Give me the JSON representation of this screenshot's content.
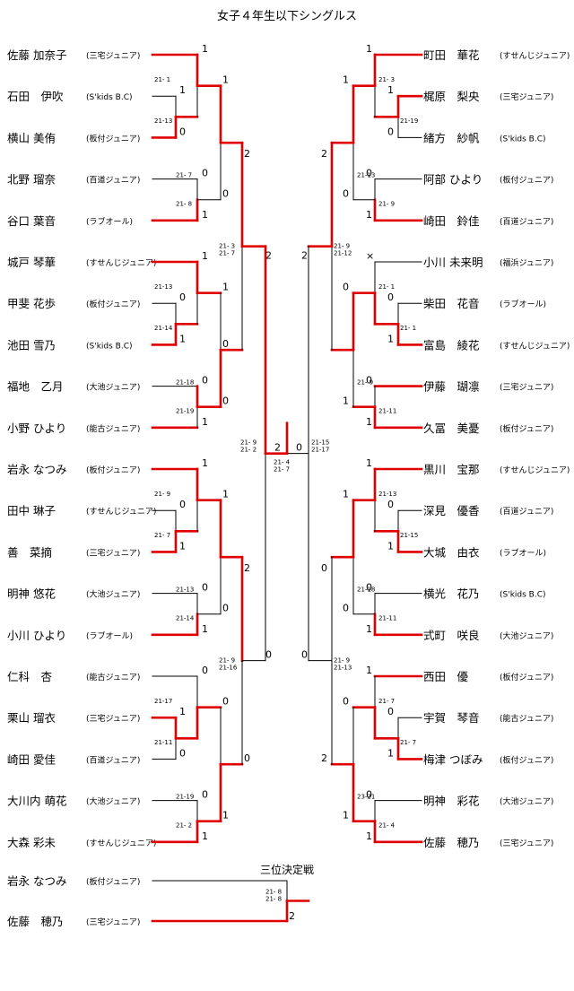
{
  "title": "女子４年生以下シングルス",
  "third_place_label": "三位決定戦",
  "colors": {
    "win": "#e00000",
    "line": "#000000"
  },
  "left_players": [
    {
      "name": "佐藤 加奈子",
      "club": "(三宅ジュニア)"
    },
    {
      "name": "石田　伊吹",
      "club": "(S'kids B.C)"
    },
    {
      "name": "横山 美侑",
      "club": "(板付ジュニア)"
    },
    {
      "name": "北野 瑠奈",
      "club": "(百道ジュニア)"
    },
    {
      "name": "谷口 葉音",
      "club": "(ラブオール)"
    },
    {
      "name": "城戸 琴華",
      "club": "(すせんじジュニア)"
    },
    {
      "name": "甲斐 花歩",
      "club": "(板付ジュニア)"
    },
    {
      "name": "池田 雪乃",
      "club": "(S'kids B.C)"
    },
    {
      "name": "福地　乙月",
      "club": "(大池ジュニア)"
    },
    {
      "name": "小野 ひより",
      "club": "(能古ジュニア)"
    },
    {
      "name": "岩永 なつみ",
      "club": "(板付ジュニア)"
    },
    {
      "name": "田中 琳子",
      "club": "(すせんじジュニア)"
    },
    {
      "name": "善　菜摘",
      "club": "(三宅ジュニア)"
    },
    {
      "name": "明神 悠花",
      "club": "(大池ジュニア)"
    },
    {
      "name": "小川 ひより",
      "club": "(ラブオール)"
    },
    {
      "name": "仁科　杏",
      "club": "(能古ジュニア)"
    },
    {
      "name": "栗山 瑠衣",
      "club": "(三宅ジュニア)"
    },
    {
      "name": "崎田 愛佳",
      "club": "(百道ジュニア)"
    },
    {
      "name": "大川内 萌花",
      "club": "(大池ジュニア)"
    },
    {
      "name": "大森 彩未",
      "club": "(すせんじジュニア)"
    }
  ],
  "right_players": [
    {
      "name": "町田　華花",
      "club": "(すせんじジュニア)"
    },
    {
      "name": "梶原　梨央",
      "club": "(三宅ジュニア)"
    },
    {
      "name": "緒方　紗帆",
      "club": "(S'kids B.C)"
    },
    {
      "name": "阿部 ひより",
      "club": "(板付ジュニア)"
    },
    {
      "name": "崎田　鈴佳",
      "club": "(百道ジュニア)"
    },
    {
      "name": "小川 未来明",
      "club": "(福浜ジュニア)"
    },
    {
      "name": "柴田　花音",
      "club": "(ラブオール)"
    },
    {
      "name": "富島　綾花",
      "club": "(すせんじジュニア)"
    },
    {
      "name": "伊藤　瑚凛",
      "club": "(三宅ジュニア)"
    },
    {
      "name": "久冨　美憂",
      "club": "(板付ジュニア)"
    },
    {
      "name": "黒川　宝那",
      "club": "(すせんじジュニア)"
    },
    {
      "name": "深見　優香",
      "club": "(百道ジュニア)"
    },
    {
      "name": "大城　由衣",
      "club": "(ラブオール)"
    },
    {
      "name": "横光　花乃",
      "club": "(S'kids B.C)"
    },
    {
      "name": "式町　咲良",
      "club": "(大池ジュニア)"
    },
    {
      "name": "西田　優",
      "club": "(板付ジュニア)"
    },
    {
      "name": "宇賀　琴音",
      "club": "(能古ジュニア)"
    },
    {
      "name": "梅津 つぼみ",
      "club": "(板付ジュニア)"
    },
    {
      "name": "明神　彩花",
      "club": "(大池ジュニア)"
    },
    {
      "name": "佐藤　穂乃",
      "club": "(三宅ジュニア)"
    }
  ],
  "third_place_players": [
    {
      "name": "岩永 なつみ",
      "club": "(板付ジュニア)"
    },
    {
      "name": "佐藤　穂乃",
      "club": "(三宅ジュニア)"
    }
  ],
  "match_scores": {
    "L1": "21- 1",
    "L2": "21-13",
    "L3": "21- 7",
    "L4": "21- 8",
    "L5a": "21- 3",
    "L5b": "21- 7",
    "L6": "21-13",
    "L7": "21-14",
    "L8": "21-18",
    "L9": "21-19",
    "L10": "21- 9",
    "L11": "21- 7",
    "L12": "21-13",
    "L13": "21-14",
    "L14a": "21- 9",
    "L14b": "21-16",
    "L15": "21-17",
    "L16": "21-11",
    "L17": "21- 2",
    "L18": "21-19",
    "LFa": "21- 9",
    "LFb": "21- 2",
    "F1": "21- 4",
    "F2": "21- 7",
    "RFa": "21-15",
    "RFb": "21-17",
    "R1": "21- 3",
    "R2": "21-19",
    "R3": "21-13",
    "R4": "21- 9",
    "R5a": "21- 9",
    "R5b": "21-12",
    "R6": "21- 1",
    "R7": "21- 9",
    "R8": "21-11",
    "R9": "21-13",
    "R10": "21-15",
    "R11": "21-18",
    "R12": "21-11",
    "R13a": "21- 9",
    "R13b": "21-13",
    "R14": "21- 7",
    "R15": "21- 7",
    "R16": "23-21",
    "R17": "21- 4",
    "T1": "21- 8",
    "T2": "21- 8"
  }
}
